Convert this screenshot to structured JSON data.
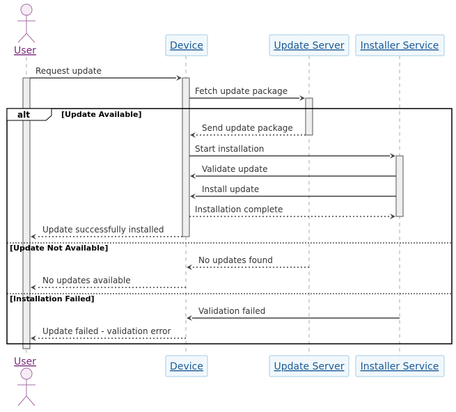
{
  "participants": [
    {
      "id": "user",
      "label": "User",
      "kind": "actor"
    },
    {
      "id": "device",
      "label": "Device",
      "kind": "participant"
    },
    {
      "id": "server",
      "label": "Update Server",
      "kind": "participant"
    },
    {
      "id": "installer",
      "label": "Installer Service",
      "kind": "participant"
    }
  ],
  "messages": [
    {
      "from": "user",
      "to": "device",
      "label": "Request update",
      "style": "solid"
    },
    {
      "from": "device",
      "to": "server",
      "label": "Fetch update package",
      "style": "solid"
    },
    {
      "from": "server",
      "to": "device",
      "label": "Send update package",
      "style": "dotted"
    },
    {
      "from": "device",
      "to": "installer",
      "label": "Start installation",
      "style": "solid"
    },
    {
      "from": "installer",
      "to": "device",
      "label": "Validate update",
      "style": "solid"
    },
    {
      "from": "installer",
      "to": "device",
      "label": "Install update",
      "style": "solid"
    },
    {
      "from": "device",
      "to": "installer",
      "label": "Installation complete",
      "style": "dotted"
    },
    {
      "from": "device",
      "to": "user",
      "label": "Update successfully installed",
      "style": "dotted"
    },
    {
      "from": "server",
      "to": "device",
      "label": "No updates found",
      "style": "dotted"
    },
    {
      "from": "device",
      "to": "user",
      "label": "No updates available",
      "style": "dotted"
    },
    {
      "from": "installer",
      "to": "device",
      "label": "Validation failed",
      "style": "solid"
    },
    {
      "from": "device",
      "to": "user",
      "label": "Update failed - validation error",
      "style": "dotted"
    }
  ],
  "fragment": {
    "keyword": "alt",
    "guards": [
      "[Update Available]",
      "[Update Not Available]",
      "[Installation Failed]"
    ]
  }
}
